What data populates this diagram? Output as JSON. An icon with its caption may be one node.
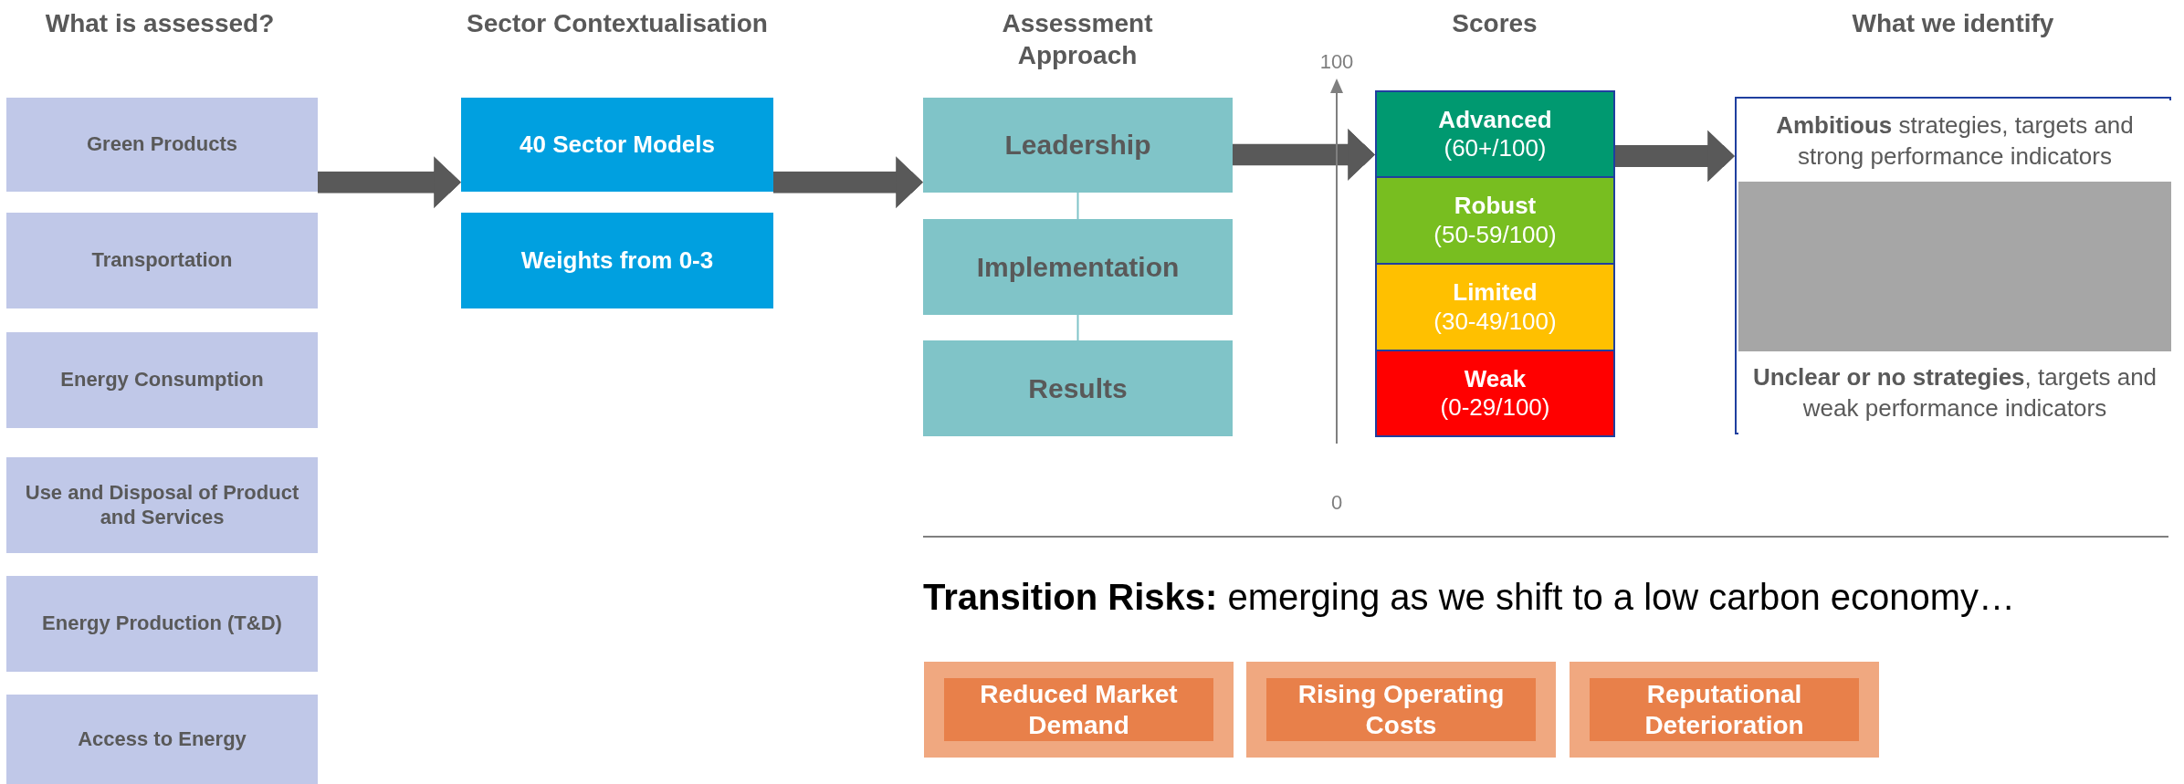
{
  "diagram": {
    "nodes": [
      {
        "text": [
          "Green Products"
        ]
      },
      {
        "text": [
          "Transportation"
        ]
      },
      {
        "text": [
          "Energy Consumption"
        ]
      },
      {
        "text": [
          "Use and Disposal of Product and Services"
        ]
      },
      {
        "text": [
          "Energy Production (T&D)"
        ]
      },
      {
        "text": [
          "Access to Energy"
        ]
      },
      {
        "text": [
          "40 Sector Models"
        ]
      },
      {
        "text": [
          "Weights from 0-3"
        ]
      },
      {
        "text": [
          "Leadership"
        ]
      },
      {
        "text": [
          "Implementation"
        ]
      },
      {
        "text": [
          "Results"
        ]
      },
      {
        "text": [
          "Advanced",
          "(60+/100)"
        ]
      },
      {
        "text": [
          "Robust",
          "(50-59/100)"
        ]
      },
      {
        "text": [
          "Limited",
          "(30-49/100)"
        ]
      },
      {
        "text": [
          "Weak",
          "(0-29/100)"
        ]
      },
      {
        "text": [],
        "shape": "box"
      },
      {
        "text": [
          "**Ambitious** strategies, targets and strong performance indicators"
        ],
        "in": 15
      },
      {
        "text": [],
        "shape": "box",
        "in": 15
      },
      {
        "text": [
          "**Unclear or no strategies**, targets and weak performance indicators"
        ],
        "in": 15
      },
      {
        "text": [
          "Reduced Market Demand"
        ]
      },
      {
        "text": [
          "Rising Operating Costs"
        ]
      },
      {
        "text": [
          "Reputational Deterioration"
        ]
      }
    ],
    "edges": [
      {
        "from": 0,
        "to": 6,
        "arrow": "to"
      },
      {
        "from": 6,
        "to": 8,
        "arrow": "to"
      },
      {
        "from": 8,
        "to": 11,
        "arrow": "to"
      },
      {
        "from": 11,
        "to": 15,
        "arrow": "to"
      },
      {
        "from": 8,
        "to": 9,
        "arrow": "none",
        "color": "#80c4c8"
      },
      {
        "from": 9,
        "to": 10,
        "arrow": "none",
        "color": "#80c4c8"
      }
    ],
    "labels": [
      "What is assessed?",
      "Sector Contextualisation",
      "Assessment Approach",
      "Scores",
      "What we identify",
      "100",
      "0",
      "**Transition Risks:** emerging as we shift to a low carbon economy…"
    ]
  }
}
